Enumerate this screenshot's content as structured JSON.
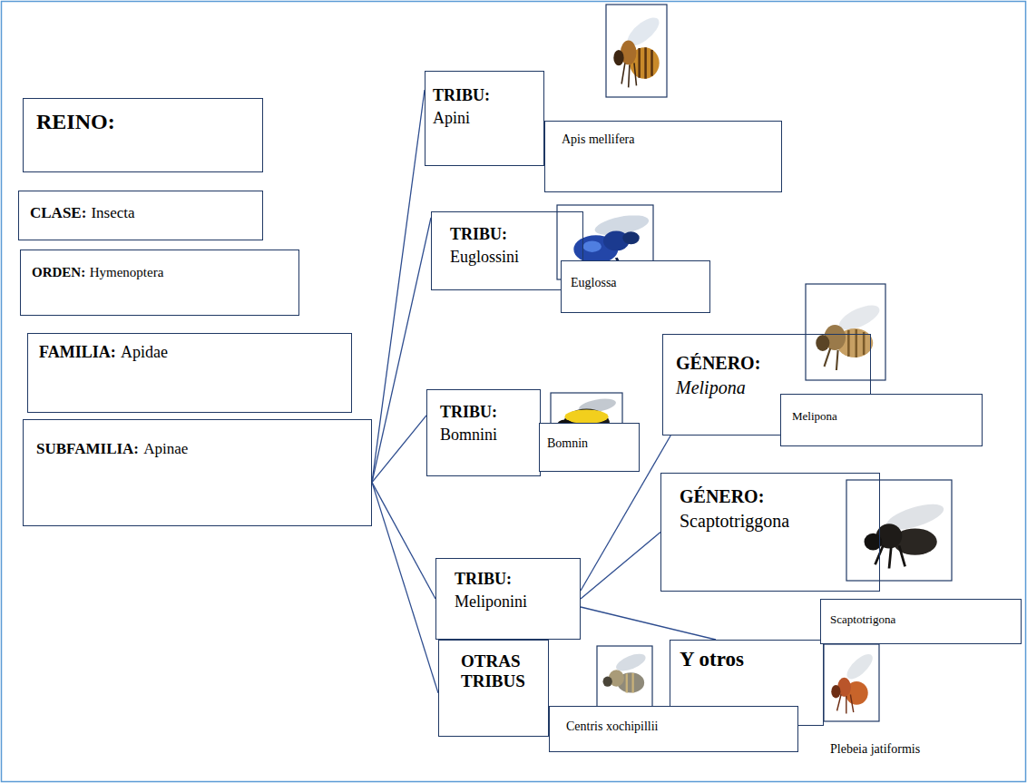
{
  "diagram": {
    "nodes": [
      {
        "text": [
          "REINO:"
        ]
      },
      {
        "text": [
          "CLASE:",
          "Insecta"
        ]
      },
      {
        "text": [
          "ORDEN:",
          "Hymenoptera"
        ]
      },
      {
        "text": [
          "FAMILIA:",
          "Apidae"
        ]
      },
      {
        "text": [
          "SUBFAMILIA:",
          "Apinae"
        ]
      },
      {
        "text": [
          "TRIBU:",
          "Apini"
        ]
      },
      {
        "text": [
          "Apis mellifera"
        ]
      },
      {
        "text": [
          "TRIBU:",
          "Euglossini"
        ]
      },
      {
        "text": [
          "Euglossa"
        ]
      },
      {
        "text": [
          "GÉNERO:",
          "Melipona"
        ]
      },
      {
        "text": [
          "Melipona"
        ]
      },
      {
        "text": [
          "TRIBU:",
          "Bomnini"
        ]
      },
      {
        "text": [
          "Bomnin"
        ]
      },
      {
        "text": [
          "TRIBU:",
          "Meliponini"
        ]
      },
      {
        "text": [
          "GÉNERO:",
          "Scaptotriggona"
        ]
      },
      {
        "text": [
          "Scaptotrigona"
        ]
      },
      {
        "text": [
          "OTRAS TRIBUS"
        ]
      },
      {
        "text": [
          "Centris xochipillii"
        ]
      },
      {
        "text": [
          "Y otros"
        ]
      }
    ],
    "edges": [
      {
        "from": 4,
        "to": 5,
        "arrow": "none"
      },
      {
        "from": 4,
        "to": 7,
        "arrow": "none"
      },
      {
        "from": 4,
        "to": 11,
        "arrow": "none"
      },
      {
        "from": 4,
        "to": 13,
        "arrow": "none"
      },
      {
        "from": 4,
        "to": 16,
        "arrow": "none"
      },
      {
        "from": 13,
        "to": 9,
        "arrow": "none"
      },
      {
        "from": 13,
        "to": 14,
        "arrow": "none"
      },
      {
        "from": 13,
        "to": 18,
        "arrow": "none"
      }
    ],
    "labels": [
      "Plebeia jatiformis"
    ]
  }
}
